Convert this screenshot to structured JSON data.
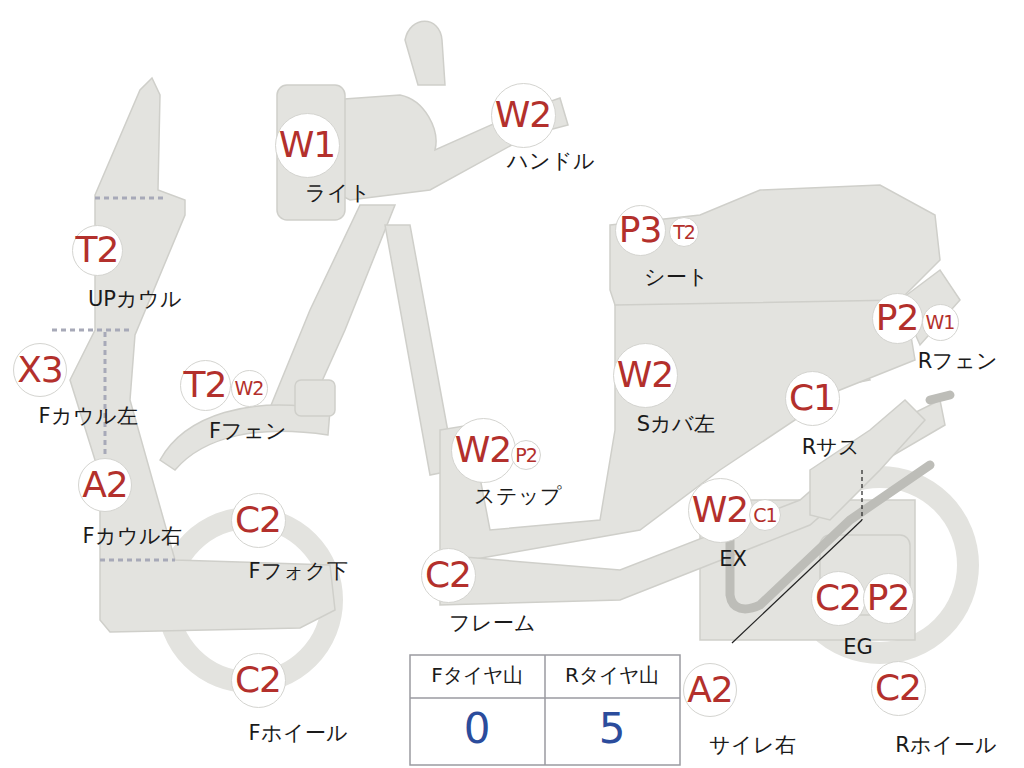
{
  "diagram": {
    "nodes": [
      {
        "text": [
          "W1"
        ]
      },
      {
        "text": [
          "W2"
        ]
      },
      {
        "text": [
          "T2"
        ]
      },
      {
        "text": [
          "P3"
        ]
      },
      {
        "text": [
          "T2"
        ]
      },
      {
        "text": [
          "X3"
        ]
      },
      {
        "text": [
          "T2"
        ]
      },
      {
        "text": [
          "W2"
        ]
      },
      {
        "text": [
          "P2"
        ]
      },
      {
        "text": [
          "W1"
        ]
      },
      {
        "text": [
          "W2"
        ]
      },
      {
        "text": [
          "C1"
        ]
      },
      {
        "text": [
          "W2"
        ]
      },
      {
        "text": [
          "P2"
        ]
      },
      {
        "text": [
          "A2"
        ]
      },
      {
        "text": [
          "C2"
        ]
      },
      {
        "text": [
          "W2"
        ]
      },
      {
        "text": [
          "C1"
        ]
      },
      {
        "text": [
          "C2"
        ]
      },
      {
        "text": [
          "C2"
        ]
      },
      {
        "text": [
          "P2"
        ]
      },
      {
        "text": [
          "C2"
        ]
      },
      {
        "text": [
          "A2"
        ]
      },
      {
        "text": [
          "C2"
        ]
      }
    ],
    "labels": [
      "ライト",
      "ハンドル",
      "UPカウル",
      "シート",
      "Fカウル左",
      "Fフェン",
      "Rフェン",
      "Sカバ左",
      "Rサス",
      "ステップ",
      "Fカウル右",
      "Fフォク下",
      "EX",
      "フレーム",
      "EG",
      "Fホイール",
      "サイレ右",
      "Rホイール",
      "Fタイヤ山",
      "Rタイヤ山",
      "0",
      "5"
    ]
  }
}
